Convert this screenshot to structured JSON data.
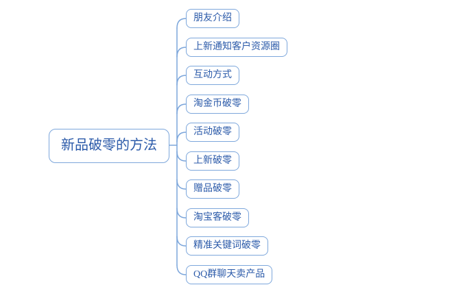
{
  "mindmap": {
    "root": {
      "label": "新品破零的方法"
    },
    "branches": [
      {
        "label": "朋友介绍"
      },
      {
        "label": "上新通知客户资源圈"
      },
      {
        "label": "互动方式"
      },
      {
        "label": "淘金币破零"
      },
      {
        "label": "活动破零"
      },
      {
        "label": "上新破零"
      },
      {
        "label": "赠品破零"
      },
      {
        "label": "淘宝客破零"
      },
      {
        "label": "精准关键词破零"
      },
      {
        "label": "QQ群聊天卖产品"
      }
    ]
  },
  "colors": {
    "line": "#7CA6DB",
    "node_border": "#7CA6DB",
    "node_text": "#2B5AA9",
    "background": "#FFFFFF"
  }
}
